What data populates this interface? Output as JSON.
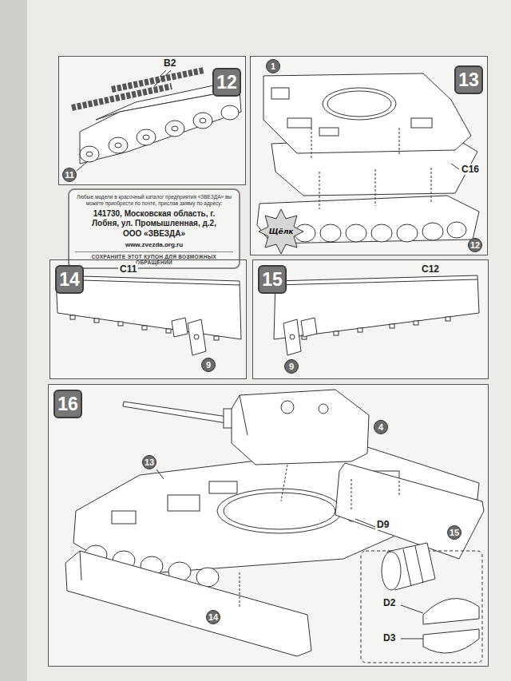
{
  "diagram": {
    "nodes": [
      {
        "text": [
          "12"
        ]
      },
      {
        "text": [
          "13"
        ]
      },
      {
        "text": [
          "Любые модели в красочный каталог предприятия «ЗВЕЗДА» вы можете приобрести по почте, прислав заявку по адресу:",
          "141730, Московская область, г. Лобня, ул. Промышленная, д.2, ООО «ЗВЕЗДА»",
          "www.zvezda.org.ru",
          "СОХРАНИТЕ ЭТОТ КУПОН ДЛЯ ВОЗМОЖНЫХ ОБРАЩЕНИЙ"
        ]
      },
      {
        "text": [
          "14"
        ]
      },
      {
        "text": [
          "15"
        ]
      },
      {
        "text": [
          "16"
        ]
      }
    ],
    "labels": [
      "B2",
      "11",
      "1",
      "Щёлк",
      "C16",
      "12",
      "C11",
      "9",
      "C12",
      "9",
      "4",
      "13",
      "15",
      "14",
      "D9",
      "D2",
      "D3"
    ]
  }
}
